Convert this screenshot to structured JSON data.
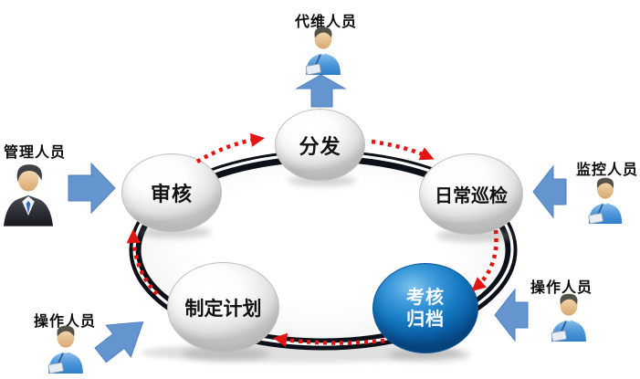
{
  "diagram": {
    "nodes": {
      "review": {
        "label": "审核"
      },
      "distribute": {
        "label": "分发"
      },
      "inspection": {
        "label": "日常巡检"
      },
      "plan": {
        "label": "制定计划"
      },
      "archive": {
        "line1": "考核",
        "line2": "归档"
      }
    },
    "roles": {
      "top": {
        "label": "代维人员"
      },
      "left": {
        "label": "管理人员"
      },
      "right": {
        "label": "监控人员"
      },
      "bottom_right": {
        "label": "操作人员"
      },
      "bottom_left": {
        "label": "操作人员"
      }
    },
    "flow_cycle": [
      "审核",
      "分发",
      "日常巡检",
      "考核归档",
      "制定计划"
    ],
    "role_links": [
      {
        "from": "管理人员",
        "to": "审核"
      },
      {
        "from": "分发",
        "to": "代维人员"
      },
      {
        "from": "监控人员",
        "to": "日常巡检"
      },
      {
        "from": "操作人员",
        "to": "考核归档"
      },
      {
        "from": "操作人员",
        "to": "制定计划"
      }
    ],
    "colors": {
      "arrow_blue": "#6595ce",
      "arrow_blue_border": "#4c80bf",
      "flow_red": "#e21512",
      "ring_dark": "#0c1119",
      "highlight_node_blue": "#1478c0"
    }
  }
}
